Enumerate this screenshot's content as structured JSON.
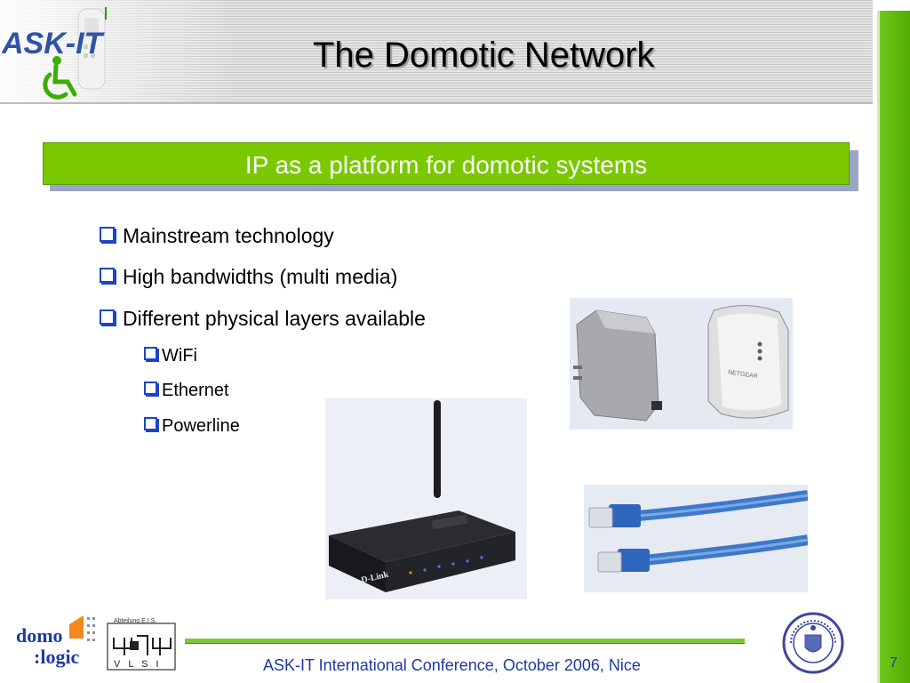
{
  "slide": {
    "title": "The Domotic Network",
    "banner": "IP as a platform for domotic systems",
    "page_number": "7"
  },
  "bullets": [
    {
      "level": 1,
      "text": "Mainstream technology"
    },
    {
      "level": 1,
      "text": "High bandwidths (multi media)"
    },
    {
      "level": 1,
      "text": "Different physical layers available"
    },
    {
      "level": 2,
      "text": "WiFi"
    },
    {
      "level": 2,
      "text": "Ethernet"
    },
    {
      "level": 2,
      "text": "Powerline"
    }
  ],
  "footer": {
    "text": "ASK-IT International Conference, October 2006, Nice"
  },
  "logos": {
    "askit": "ASK-IT",
    "domo_line1": "domo",
    "domo_line2": ":logic",
    "vlsi_caption": "Abteilung E.I.S.",
    "vlsi_letters": "V L S I",
    "router_brand": "D-Link",
    "powerline_brand": "NETGEAR"
  },
  "colors": {
    "accent_green": "#7ac800",
    "text_blue": "#1e3aa0",
    "bullet_blue": "#1a45c8"
  }
}
